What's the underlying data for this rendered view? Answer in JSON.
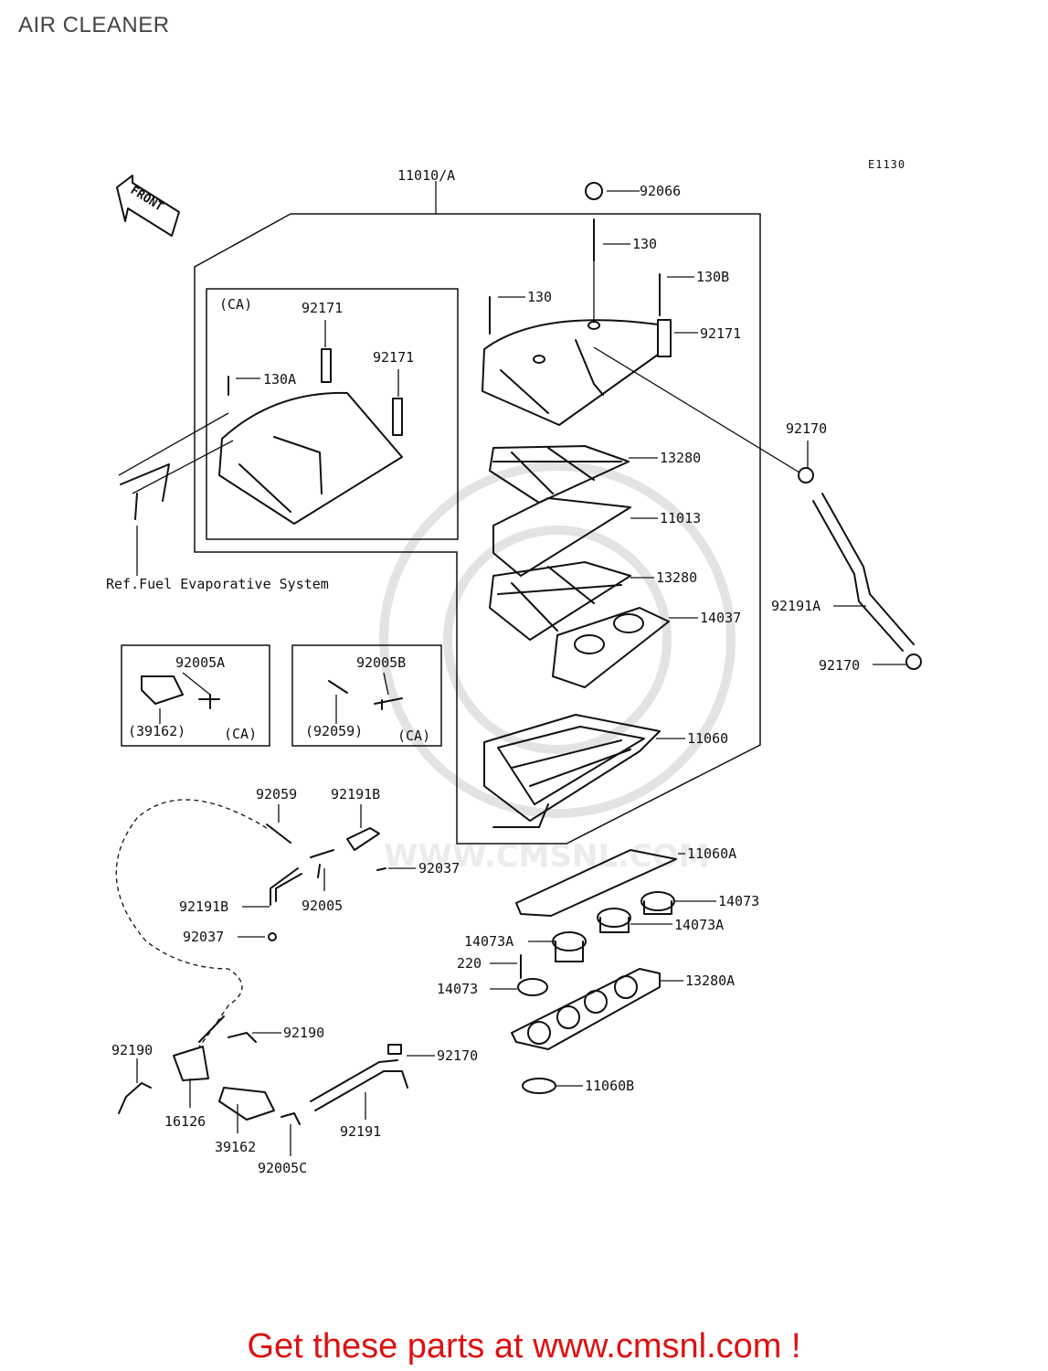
{
  "page": {
    "title": "AIR CLEANER",
    "footer_link": "Get these parts at www.cmsnl.com !",
    "watermark": "WWW.CMSNL.COM",
    "colors": {
      "footer": "#dd1111",
      "line": "#111111",
      "title": "#444444"
    }
  },
  "diagram": {
    "code": "E1130",
    "front_label": "FRONT",
    "reference_note": "Ref.Fuel Evaporative System",
    "callouts": [
      "11010/A",
      "92066",
      "130",
      "130B",
      "130",
      "92171",
      "(CA)",
      "92171",
      "92171",
      "130A",
      "92170",
      "13280",
      "11013",
      "13280",
      "14037",
      "92191A",
      "92170",
      "11060",
      "92005A",
      "(39162)",
      "(CA)",
      "92005B",
      "(92059)",
      "(CA)",
      "92059",
      "92191B",
      "92037",
      "92191B",
      "92005",
      "92037",
      "11060A",
      "14073",
      "14073A",
      "14073A",
      "220",
      "14073",
      "13280A",
      "92190",
      "92190",
      "16126",
      "39162",
      "92005C",
      "92170",
      "92191",
      "11060B"
    ]
  }
}
